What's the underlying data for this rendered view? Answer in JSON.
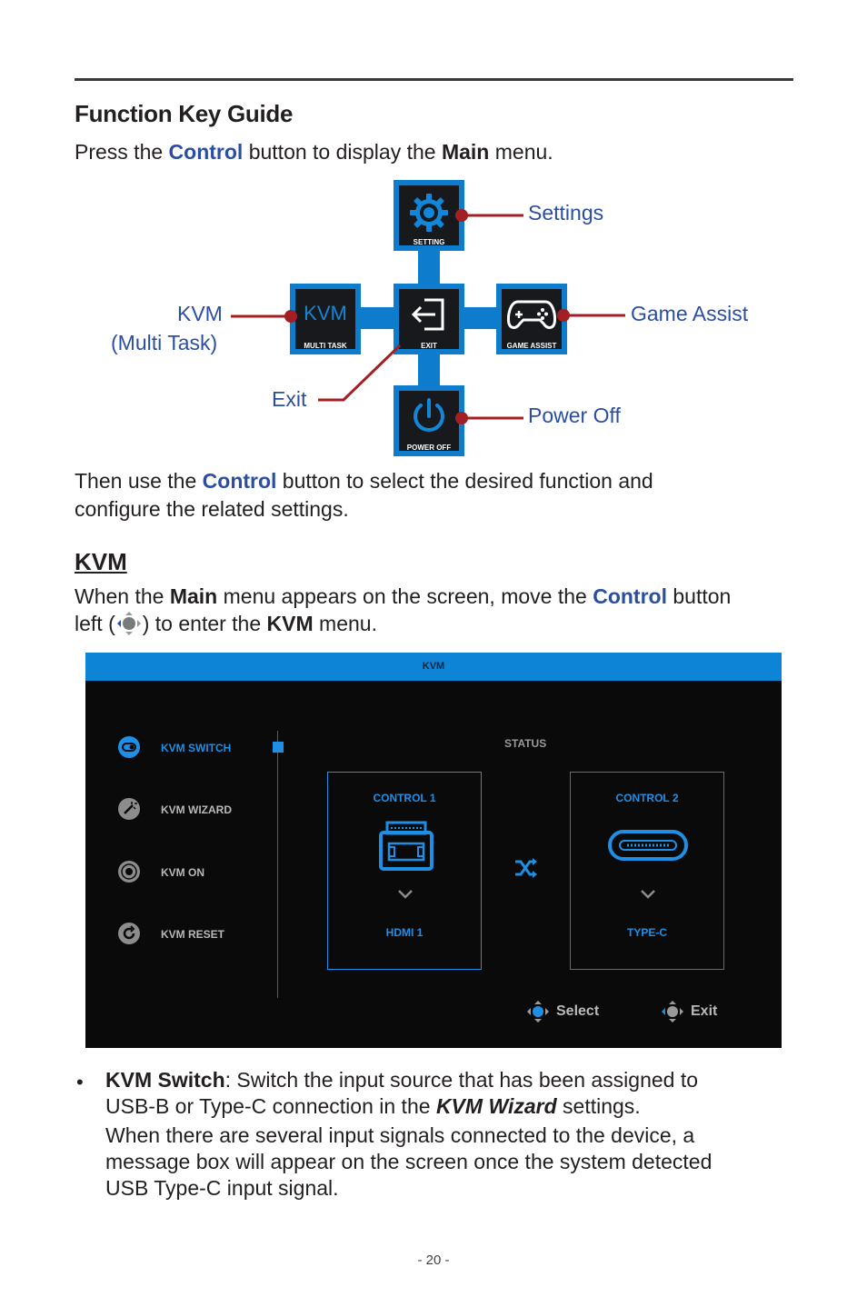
{
  "header": {
    "title": "Function Key Guide"
  },
  "intro": {
    "t1": "Press the ",
    "control": "Control",
    "t2": " button to display the ",
    "main": "Main",
    "t3": " menu."
  },
  "diagram": {
    "tiles": {
      "setting": "SETTING",
      "multitask": "MULTI TASK",
      "kvm_text": "KVM",
      "exit": "EXIT",
      "game": "GAME ASSIST",
      "power": "POWER OFF"
    },
    "callouts": {
      "settings": "Settings",
      "kvm1": "KVM",
      "kvm2": "(Multi Task)",
      "game": "Game Assist",
      "exit": "Exit",
      "power": "Power Off"
    },
    "tile_color": "#0e7ccc",
    "leader_color": "#a31f24"
  },
  "then": {
    "t1": "Then use the ",
    "control": "Control",
    "t2": " button to select the desired function and",
    "t3": "configure the related settings."
  },
  "kvm_section": {
    "heading": "KVM",
    "t1": "When the ",
    "main": "Main",
    "t2": " menu appears on the screen, move the ",
    "control": "Control",
    "t3": " button",
    "t4": "left (",
    "t5": ") to enter the ",
    "kvm": "KVM",
    "t6": " menu."
  },
  "osd": {
    "title": "KVM",
    "menu": [
      {
        "label": "KVM SWITCH",
        "icon": "toggle-icon",
        "active": true
      },
      {
        "label": "KVM WIZARD",
        "icon": "wand-icon",
        "active": false
      },
      {
        "label": "KVM ON",
        "icon": "joystick-icon",
        "active": false
      },
      {
        "label": "KVM RESET",
        "icon": "reset-icon",
        "active": false
      }
    ],
    "status": "STATUS",
    "card1": {
      "label": "CONTROL 1",
      "value": "HDMI 1",
      "icon": "usb-b-icon"
    },
    "card2": {
      "label": "CONTROL 2",
      "value": "TYPE-C",
      "icon": "usb-c-icon"
    },
    "footer": {
      "select": "Select",
      "exit": "Exit"
    },
    "accent": "#1f8fe6"
  },
  "bullet": {
    "b1": "KVM Switch",
    "t1": ": Switch the input source that has been assigned to",
    "t2": "USB-B or Type-C connection in the ",
    "wiz": "KVM Wizard",
    "t3": " settings.",
    "p1": "When there are several input signals connected to the device, a",
    "p2": "message box will appear on the screen once the system detected",
    "p3": "USB Type-C input signal."
  },
  "page_number": "- 20 -"
}
